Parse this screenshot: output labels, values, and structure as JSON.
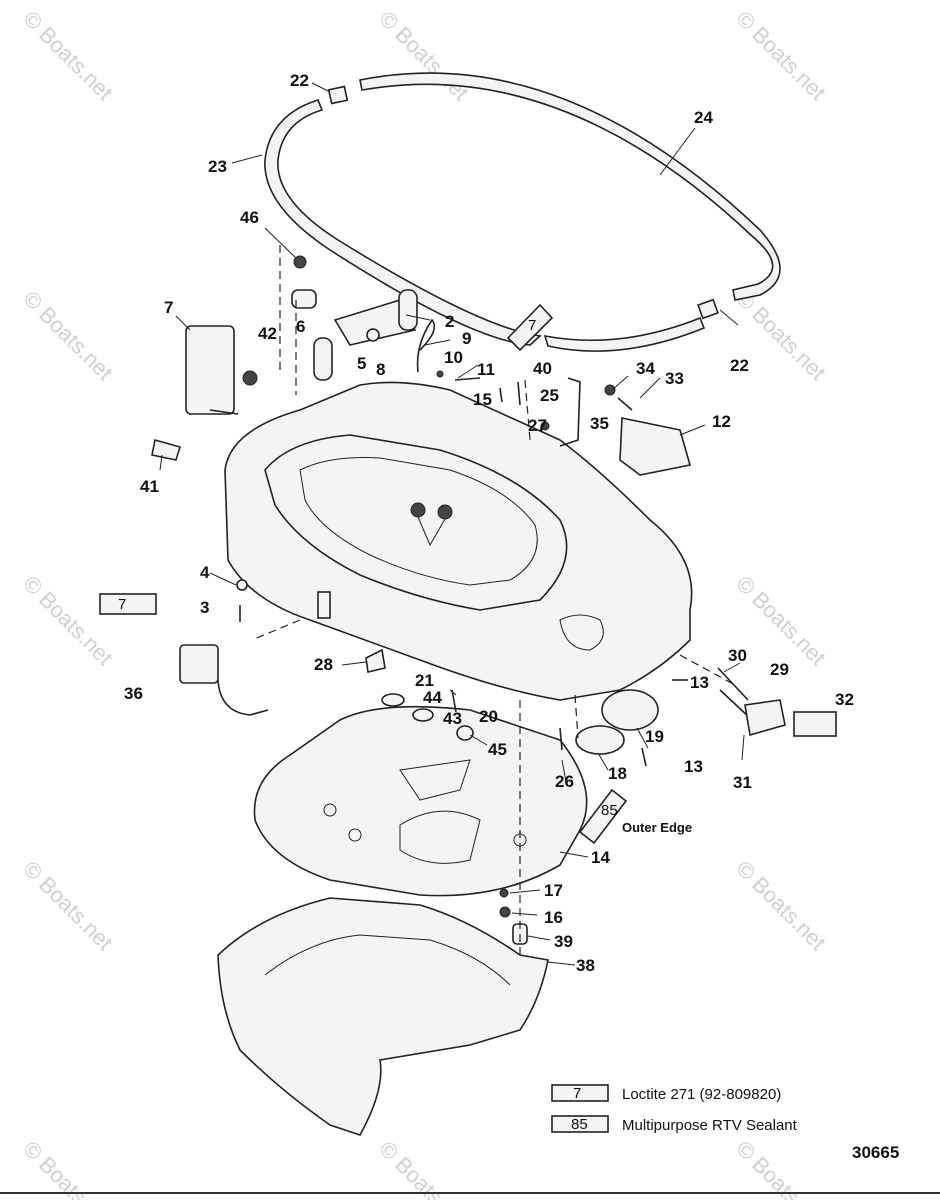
{
  "figure_number": "30665",
  "watermark": "© Boats.net",
  "outer_edge_note": "Outer Edge",
  "callouts": [
    "22",
    "24",
    "23",
    "46",
    "7",
    "2",
    "6",
    "42",
    "9",
    "5",
    "8",
    "10",
    "11",
    "40",
    "34",
    "33",
    "25",
    "15",
    "27",
    "35",
    "12",
    "41",
    "4",
    "3",
    "28",
    "21",
    "44",
    "43",
    "20",
    "45",
    "36",
    "30",
    "13",
    "29",
    "32",
    "19",
    "26",
    "18",
    "31",
    "14",
    "17",
    "16",
    "39",
    "38"
  ],
  "tube_labels": {
    "loctite": "7",
    "rtv": "85"
  },
  "legend": [
    {
      "code": "7",
      "text": "Loctite 271 (92-809820)"
    },
    {
      "code": "85",
      "text": "Multipurpose RTV Sealant"
    }
  ]
}
